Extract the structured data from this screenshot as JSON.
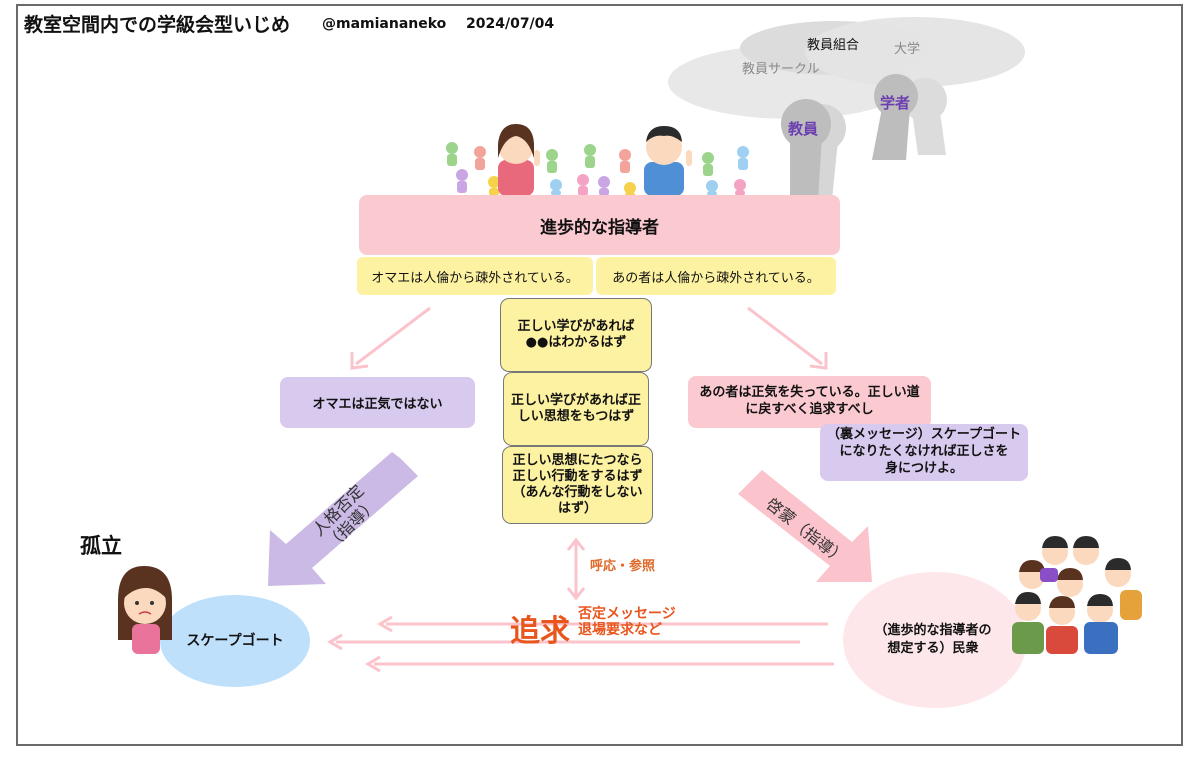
{
  "header": {
    "title": "教室空間内での学級会型いじめ",
    "author": "@mamiananeko",
    "date": "2024/07/04"
  },
  "clouds": {
    "union": "教員組合",
    "university": "大学",
    "circle": "教員サークル"
  },
  "pillars": {
    "teacher": "教員",
    "scholar": "学者"
  },
  "leader": {
    "title": "進歩的な指導者",
    "left_statement": "オマエは人倫から疎外されている。",
    "right_statement": "あの者は人倫から疎外されている。"
  },
  "chain": [
    "正しい学びがあれば\n●●はわかるはず",
    "正しい学びがあれば正\nしい思想をもつはず",
    "正しい思想にたつなら\n正しい行動をするはず\n（あんな行動をしない\nはず）"
  ],
  "left_branch": {
    "message": "オマエは正気ではない",
    "arrow_label": "人格否定\n（指導）"
  },
  "right_branch": {
    "message": "あの者は正気を失っている。正しい道\nに戻すべく追求すべし",
    "hidden_message": "（裏メッセージ）スケープゴート\nになりたくなければ正しさを\n身につけよ。",
    "arrow_label": "啓蒙（指導）"
  },
  "isolation_label": "孤立",
  "scapegoat_label": "スケープゴート",
  "people_label": "（進歩的な指導者の\n想定する）民衆",
  "response_label": "呼応・参照",
  "pursuit": {
    "main": "追求",
    "sub1": "否定メッセージ",
    "sub2": "退場要求など"
  },
  "colors": {
    "pink": "#fbc9d0",
    "yellow": "#fdf2a1",
    "purple": "#d8c9ee",
    "blue": "#bfe0fb",
    "orange": "#e8561e"
  }
}
